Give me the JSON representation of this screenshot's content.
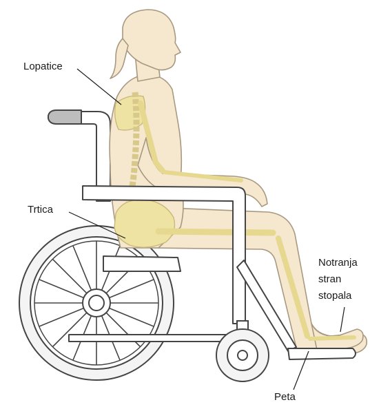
{
  "labels": {
    "shoulder_blades": "Lopatice",
    "tailbone": "Trtica",
    "inner_foot_line1": "Notranja",
    "inner_foot_line2": "stran",
    "inner_foot_line3": "stopala",
    "heel": "Peta"
  },
  "colors": {
    "skin": "#f6e8cf",
    "skin_outline": "#a89880",
    "bone": "#efe3a4",
    "bone_outline": "#c9b97a",
    "chair_frame": "#ffffff",
    "chair_outline": "#444444",
    "grip": "#bdbdbd",
    "tire": "#f4f4f4",
    "leader": "#1a1a1a"
  }
}
